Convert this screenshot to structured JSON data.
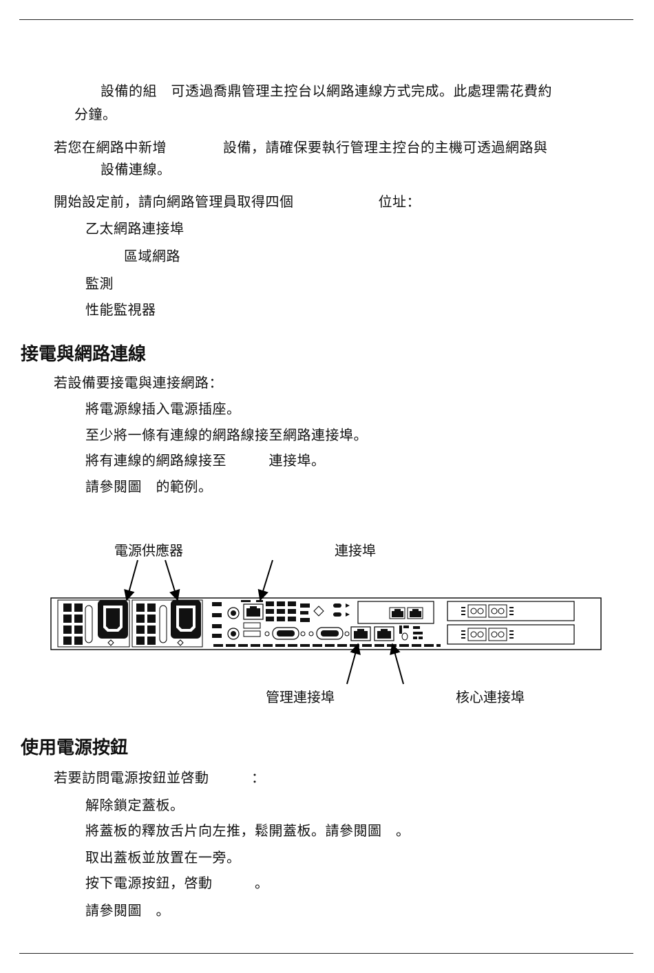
{
  "intro": {
    "p1_line1": "設備的組　可透過喬鼎管理主控台以網路連線方式完成。此處理需花費約",
    "p1_line2": "分鐘。",
    "p2_line1": "若您在網路中新增　　　　設備，請確保要執行管理主控台的主機可透過網路與",
    "p2_line2": "設備連線。",
    "p3": "開始設定前，請向網路管理員取得四個　　　　　　位址：",
    "ip_items": [
      "乙太網路連接埠",
      "區域網路",
      "監測",
      "性能監視器"
    ]
  },
  "section_power_network": {
    "heading": "接電與網路連線",
    "lead": "若設備要接電與連接網路：",
    "steps": [
      "將電源線插入電源插座。",
      "至少將一條有連線的網路線接至網路連接埠。",
      "將有連線的網路線接至　　　連接埠。",
      "請參閱圖　的範例。"
    ]
  },
  "figure": {
    "label_power_supply": "電源供應器",
    "label_port": "連接埠",
    "label_mgmt_port": "管理連接埠",
    "label_core_port": "核心連接埠"
  },
  "section_power_button": {
    "heading": "使用電源按鈕",
    "lead": "若要訪問電源按鈕並啓動　　　：",
    "steps": [
      "解除鎖定蓋板。",
      "將蓋板的釋放舌片向左推，鬆開蓋板。請參閱圖　。",
      "取出蓋板並放置在一旁。",
      "按下電源按鈕，啓動　　　。",
      "請參閱圖　。"
    ]
  }
}
